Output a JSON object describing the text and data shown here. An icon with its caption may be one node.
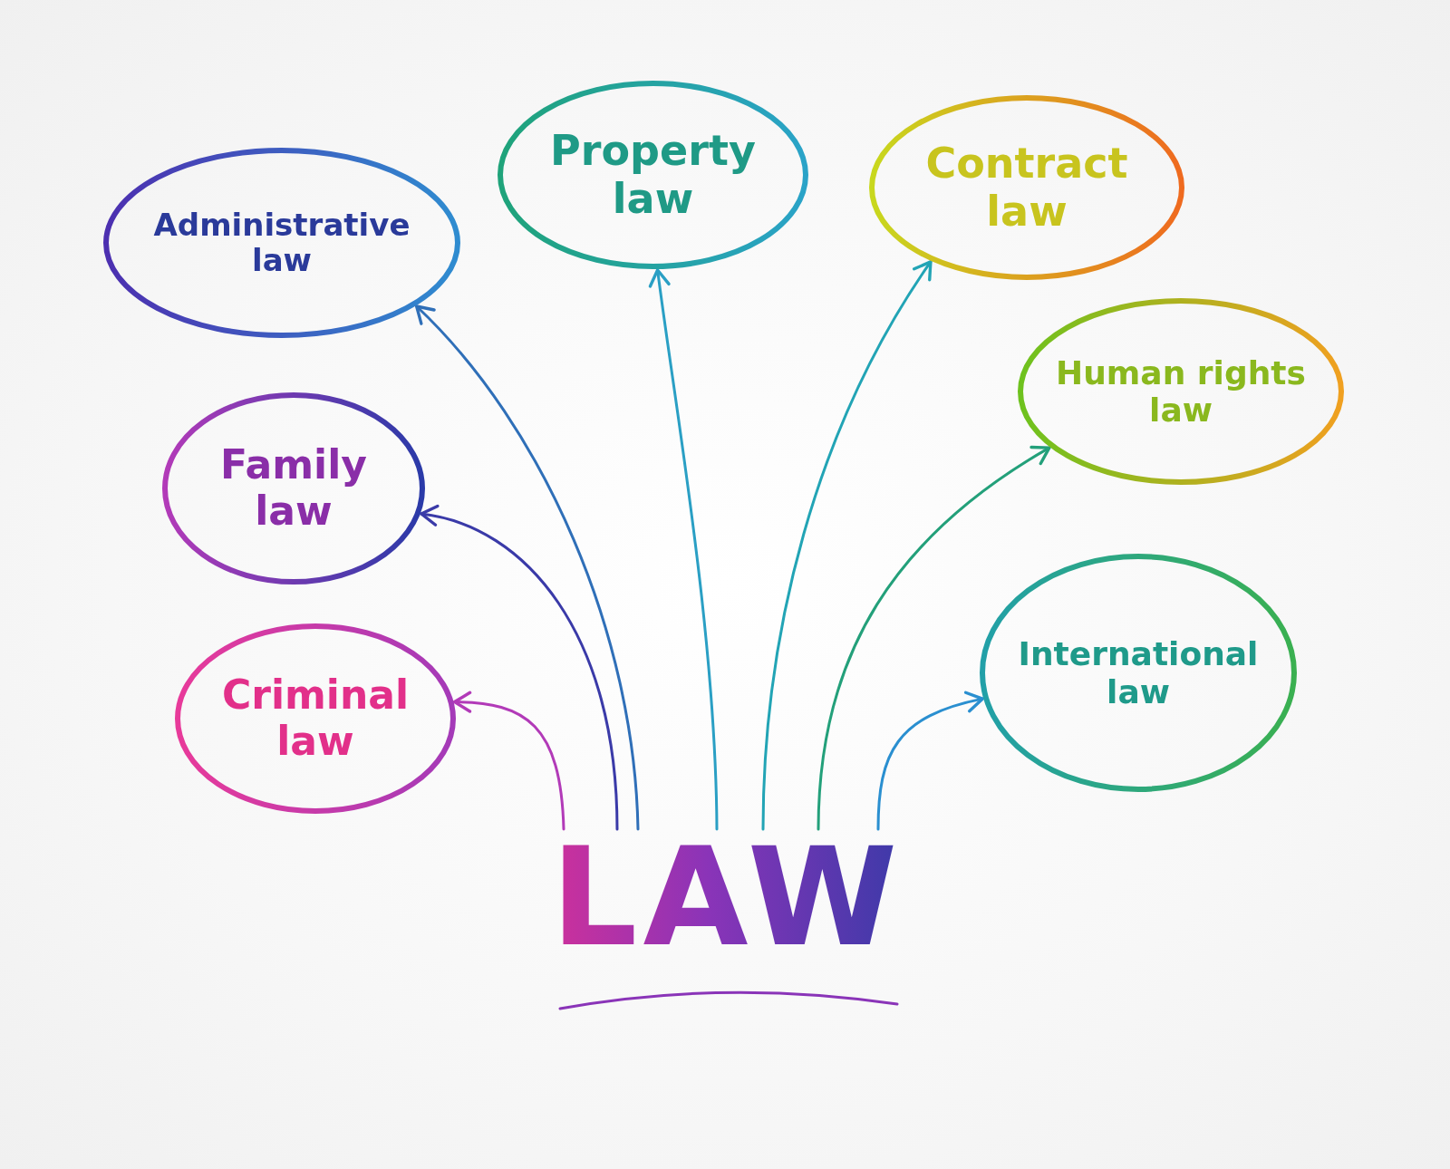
{
  "diagram": {
    "nodes": [
      {
        "text": [
          "Property law"
        ]
      },
      {
        "text": [
          "Contract law"
        ]
      },
      {
        "text": [
          "Administrative law"
        ]
      },
      {
        "text": [
          "Human rights law"
        ]
      },
      {
        "text": [
          "Family law"
        ]
      },
      {
        "text": [
          "International law"
        ]
      },
      {
        "text": [
          "Criminal law"
        ]
      },
      {
        "text": [
          "LAW"
        ]
      }
    ],
    "edges": [
      {
        "from": 7,
        "to": 6,
        "arrow": "to",
        "color": "#b23ab8"
      },
      {
        "from": 7,
        "to": 4,
        "arrow": "to",
        "color": "#3a3aa8"
      },
      {
        "from": 7,
        "to": 2,
        "arrow": "to",
        "color": "#2f6fb8"
      },
      {
        "from": 7,
        "to": 0,
        "arrow": "to",
        "color": "#2a9fc4"
      },
      {
        "from": 7,
        "to": 1,
        "arrow": "to",
        "color": "#22a4b5"
      },
      {
        "from": 7,
        "to": 3,
        "arrow": "to",
        "color": "#23a07a"
      },
      {
        "from": 7,
        "to": 5,
        "arrow": "to",
        "color": "#2a8fd0"
      }
    ]
  }
}
